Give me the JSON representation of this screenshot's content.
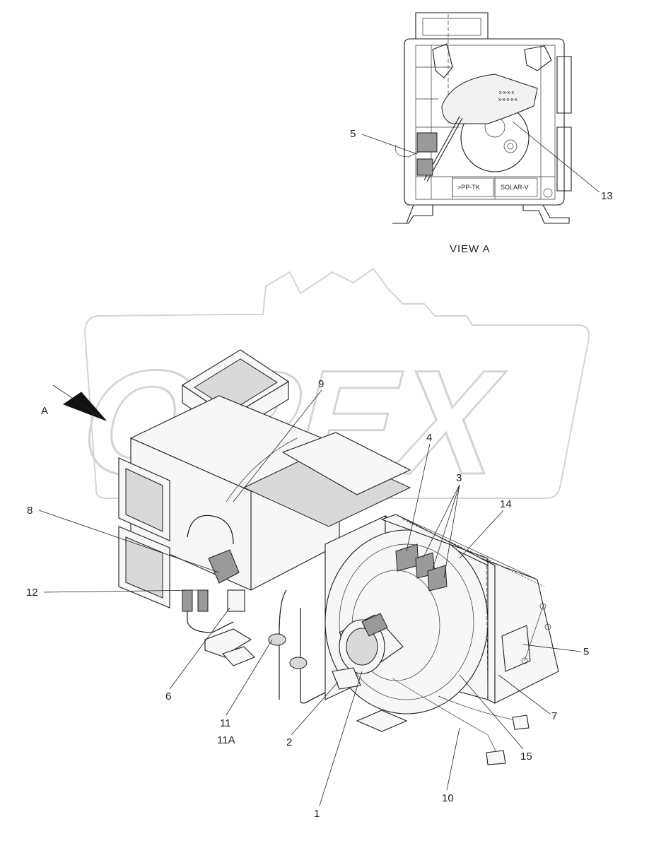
{
  "view_a": {
    "caption": "VIEW A",
    "panel_labels": [
      ">PP-TK",
      "SOLAR-V"
    ],
    "callouts": [
      "5",
      "13"
    ]
  },
  "main_view": {
    "view_arrow_label": "A",
    "callouts": [
      "9",
      "4",
      "3",
      "14",
      "8",
      "12",
      "5",
      "6",
      "11",
      "11A",
      "2",
      "7",
      "15",
      "1",
      "10"
    ]
  },
  "watermark": {
    "text": "OPEX",
    "color": "#d4d4d4"
  },
  "colors": {
    "line": "#1d1d1d",
    "background": "#ffffff"
  }
}
